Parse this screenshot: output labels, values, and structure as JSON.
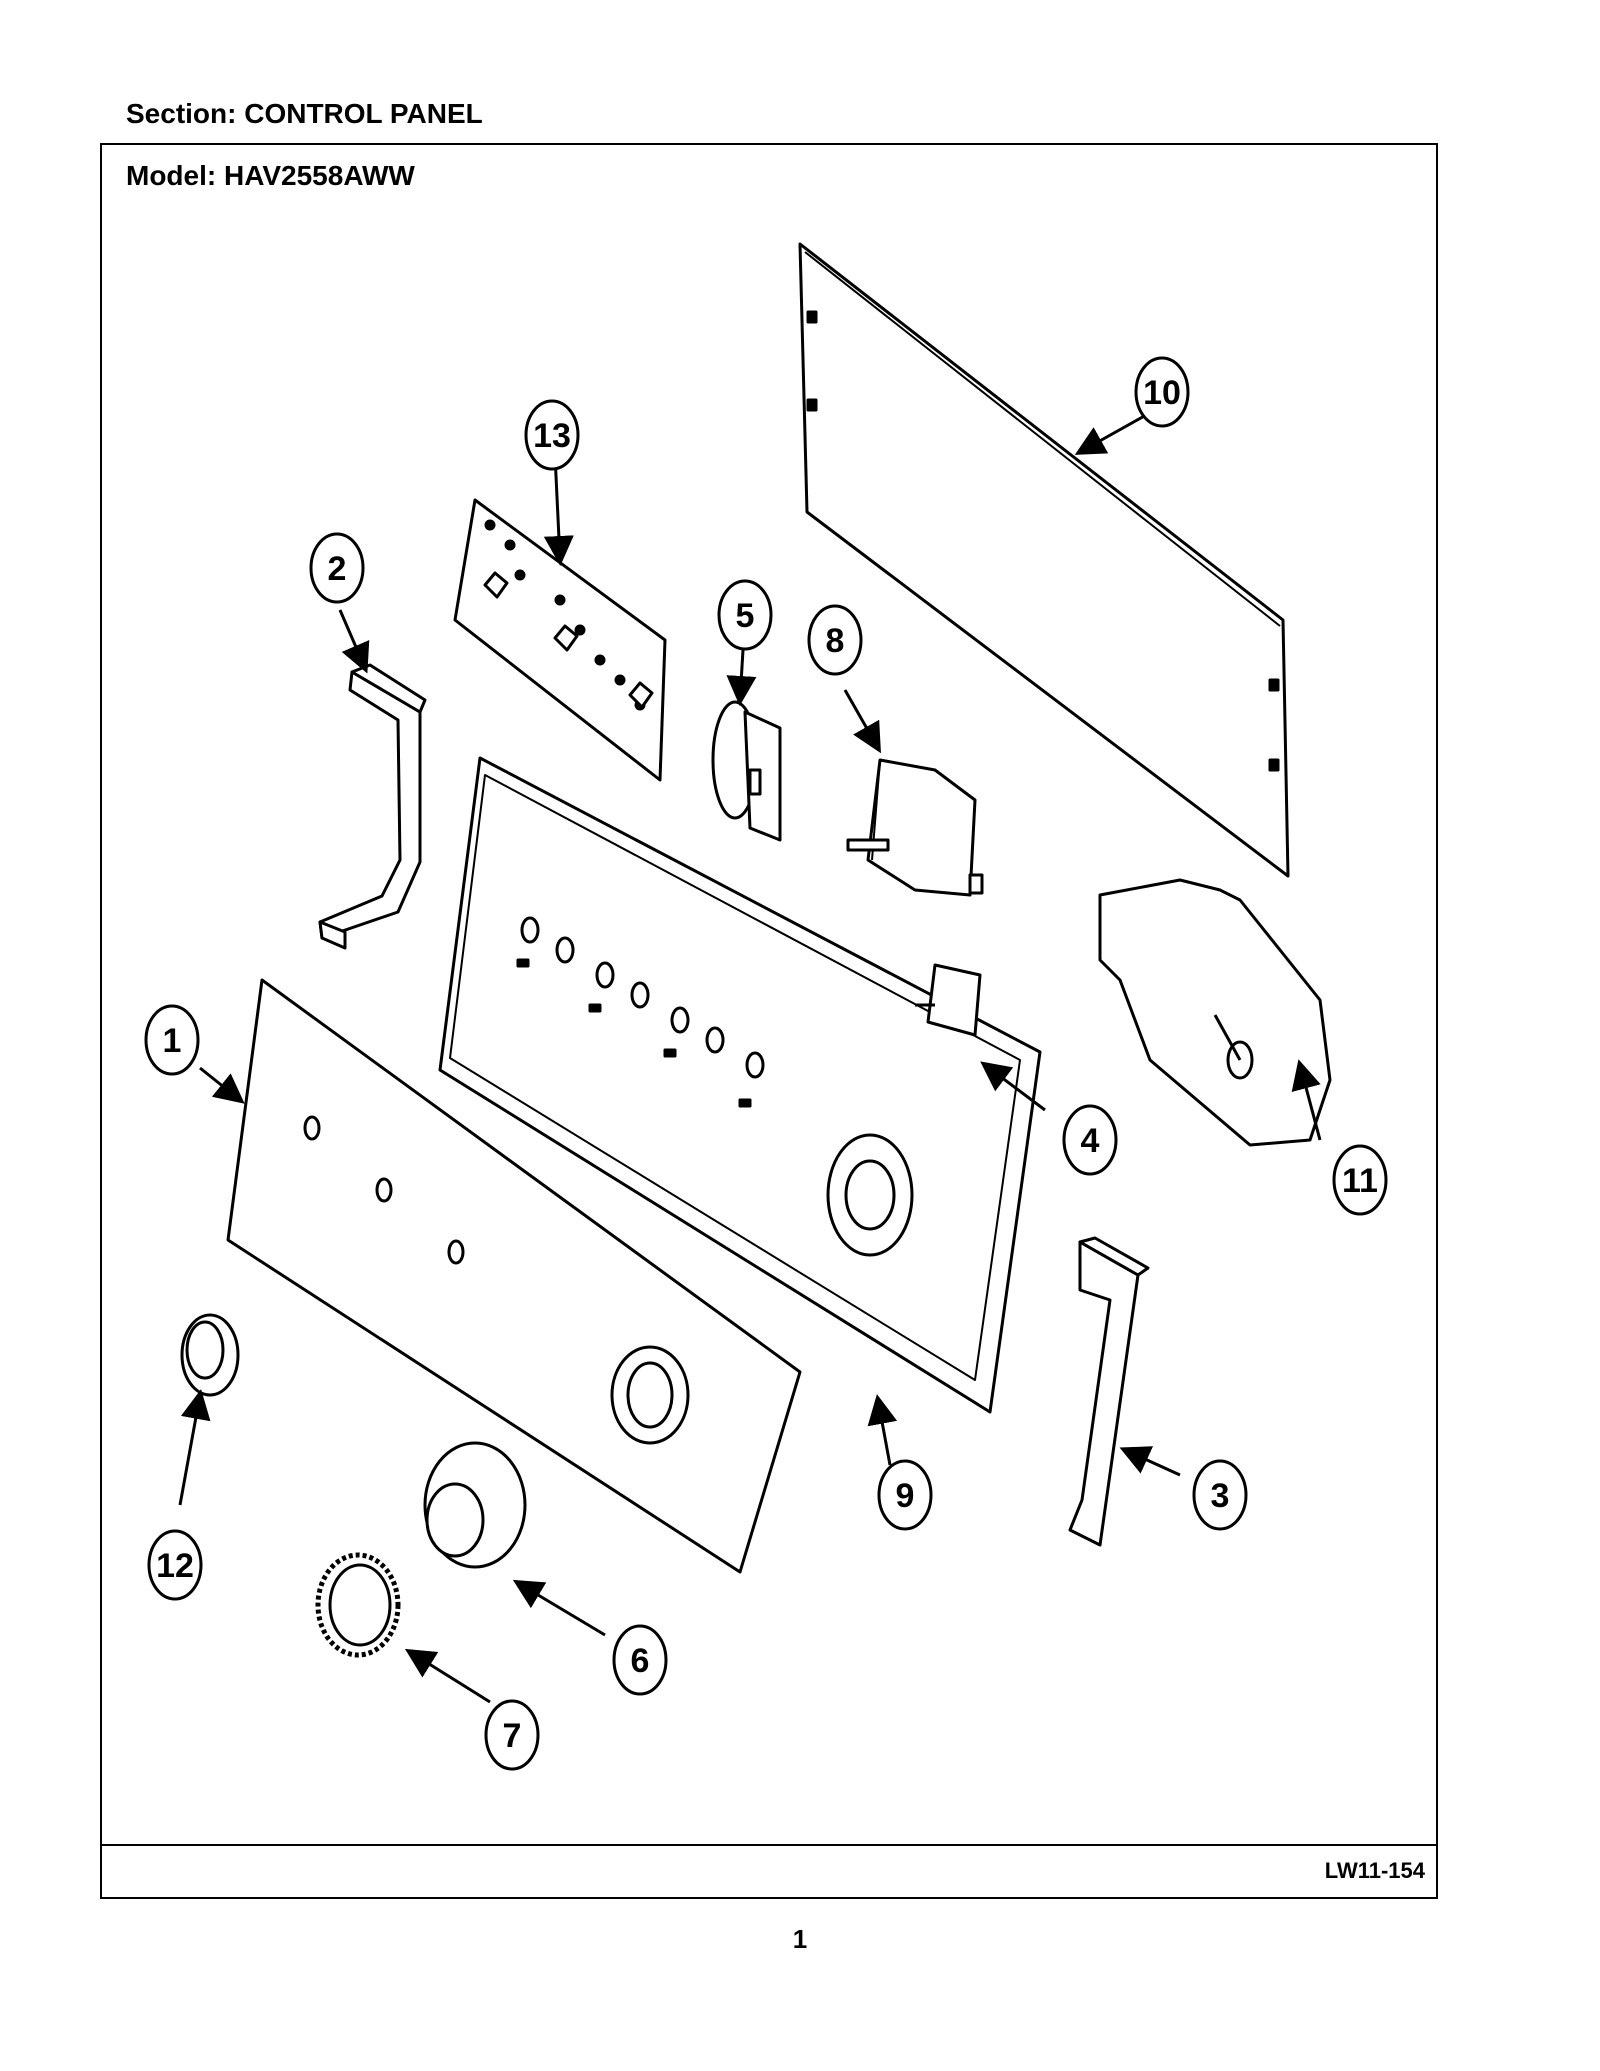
{
  "header": {
    "section_label": "Section:  CONTROL PANEL",
    "model_label": "Model:  HAV2558AWW"
  },
  "footer": {
    "doc_code": "LW11-154",
    "page_number": "1"
  },
  "callouts": [
    "1",
    "2",
    "3",
    "4",
    "5",
    "6",
    "7",
    "8",
    "9",
    "10",
    "11",
    "12",
    "13"
  ]
}
